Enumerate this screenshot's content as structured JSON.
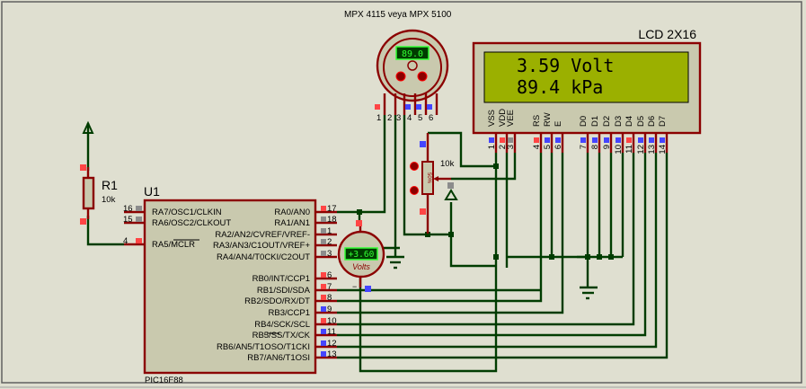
{
  "header": {
    "sensor_caption": "MPX 4115  veya  MPX 5100"
  },
  "lcd": {
    "title": "LCD 2X16",
    "line1": "3.59 Volt",
    "line2": "89.4 kPa",
    "pins": [
      {
        "num": "1",
        "name": "VSS",
        "state": "blue"
      },
      {
        "num": "2",
        "name": "VDD",
        "state": "red"
      },
      {
        "num": "3",
        "name": "VEE",
        "state": "gray"
      },
      {
        "num": "4",
        "name": "RS",
        "state": "red"
      },
      {
        "num": "5",
        "name": "RW",
        "state": "blue"
      },
      {
        "num": "6",
        "name": "E",
        "state": "blue"
      },
      {
        "num": "7",
        "name": "D0",
        "state": "blue"
      },
      {
        "num": "8",
        "name": "D1",
        "state": "blue"
      },
      {
        "num": "9",
        "name": "D2",
        "state": "blue"
      },
      {
        "num": "10",
        "name": "D3",
        "state": "blue"
      },
      {
        "num": "11",
        "name": "D4",
        "state": "red"
      },
      {
        "num": "12",
        "name": "D5",
        "state": "blue"
      },
      {
        "num": "13",
        "name": "D6",
        "state": "blue"
      },
      {
        "num": "14",
        "name": "D7",
        "state": "blue"
      }
    ]
  },
  "sensor": {
    "display": "89.0",
    "pins": [
      {
        "num": "1",
        "state": "red"
      },
      {
        "num": "2",
        "state": "none"
      },
      {
        "num": "3",
        "state": "none"
      },
      {
        "num": "4",
        "state": "blue"
      },
      {
        "num": "5",
        "state": "blue"
      },
      {
        "num": "6",
        "state": "blue"
      }
    ]
  },
  "voltmeter": {
    "value": "+3.60",
    "unit": "Volts",
    "minus": "−"
  },
  "pot": {
    "value": "10k",
    "body_label": "50%"
  },
  "r1": {
    "ref": "R1",
    "value": "10k"
  },
  "mcu": {
    "ref": "U1",
    "part": "PIC16F88",
    "left_pins": [
      {
        "num": "16",
        "name": "RA7/OSC1/CLKIN",
        "state": "gray"
      },
      {
        "num": "15",
        "name": "RA6/OSC2/CLKOUT",
        "state": "gray"
      },
      {
        "num": "4",
        "name": "RA5/MCLR",
        "state": "red"
      }
    ],
    "right_pins": [
      {
        "num": "17",
        "name": "RA0/AN0",
        "state": "red"
      },
      {
        "num": "18",
        "name": "RA1/AN1",
        "state": "gray"
      },
      {
        "num": "1",
        "name": "RA2/AN2/CVREF/VREF-",
        "state": "gray"
      },
      {
        "num": "2",
        "name": "RA3/AN3/C1OUT/VREF+",
        "state": "gray"
      },
      {
        "num": "3",
        "name": "RA4/AN4/T0CKI/C2OUT",
        "state": "gray"
      },
      {
        "num": "6",
        "name": "RB0/INT/CCP1",
        "state": "red"
      },
      {
        "num": "7",
        "name": "RB1/SDI/SDA",
        "state": "red"
      },
      {
        "num": "8",
        "name": "RB2/SDO/RX/DT",
        "state": "red"
      },
      {
        "num": "9",
        "name": "RB3/CCP1",
        "state": "blue"
      },
      {
        "num": "10",
        "name": "RB4/SCK/SCL",
        "state": "red"
      },
      {
        "num": "11",
        "name": "RB5/SS/TX/CK",
        "state": "blue"
      },
      {
        "num": "12",
        "name": "RB6/AN5/T1OSO/T1CKI",
        "state": "blue"
      },
      {
        "num": "13",
        "name": "RB7/AN6/T1OSI",
        "state": "blue"
      }
    ]
  }
}
